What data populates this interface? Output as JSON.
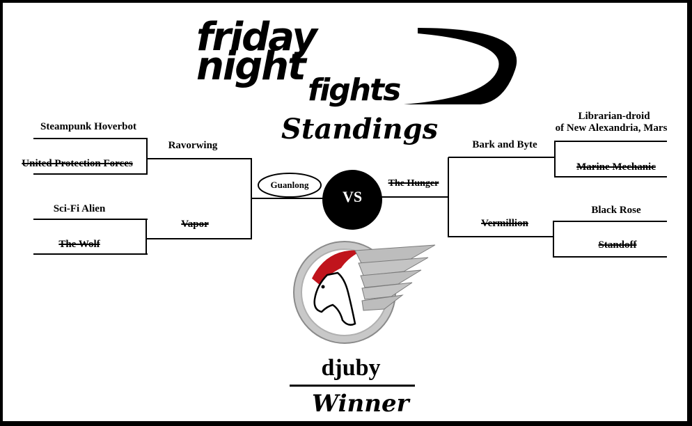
{
  "logo": {
    "line1": "friday",
    "line2": "night",
    "line3": "fights"
  },
  "heading": "Standings",
  "left_bracket": {
    "round1": [
      {
        "name": "Steampunk Hoverbot",
        "eliminated": false
      },
      {
        "name": "United Protection Forces",
        "eliminated": true
      },
      {
        "name": "Sci-Fi Alien",
        "eliminated": false
      },
      {
        "name": "The Wolf",
        "eliminated": true
      }
    ],
    "round2": [
      {
        "name": "Ravorwing",
        "eliminated": false
      },
      {
        "name": "Vapor",
        "eliminated": true
      }
    ],
    "finalist": {
      "name": "Guanlong",
      "eliminated": false
    }
  },
  "right_bracket": {
    "round1": [
      {
        "name_line1": "Librarian-droid",
        "name_line2": "of New Alexandria, Mars",
        "eliminated": false
      },
      {
        "name": "Marine Mechanic",
        "eliminated": true
      },
      {
        "name": "Black Rose",
        "eliminated": false
      },
      {
        "name": "Standoff",
        "eliminated": true
      }
    ],
    "round2": [
      {
        "name": "Bark and Byte",
        "eliminated": false
      },
      {
        "name": "Vermillion",
        "eliminated": true
      }
    ],
    "finalist": {
      "name": "The Hunger",
      "eliminated": true
    }
  },
  "versus_label": "VS",
  "champion": {
    "name": "djuby",
    "caption": "Winner"
  },
  "colors": {
    "border": "#000000",
    "background": "#ffffff",
    "emblem_red": "#c0141c",
    "emblem_grey": "#c8c8c8"
  }
}
